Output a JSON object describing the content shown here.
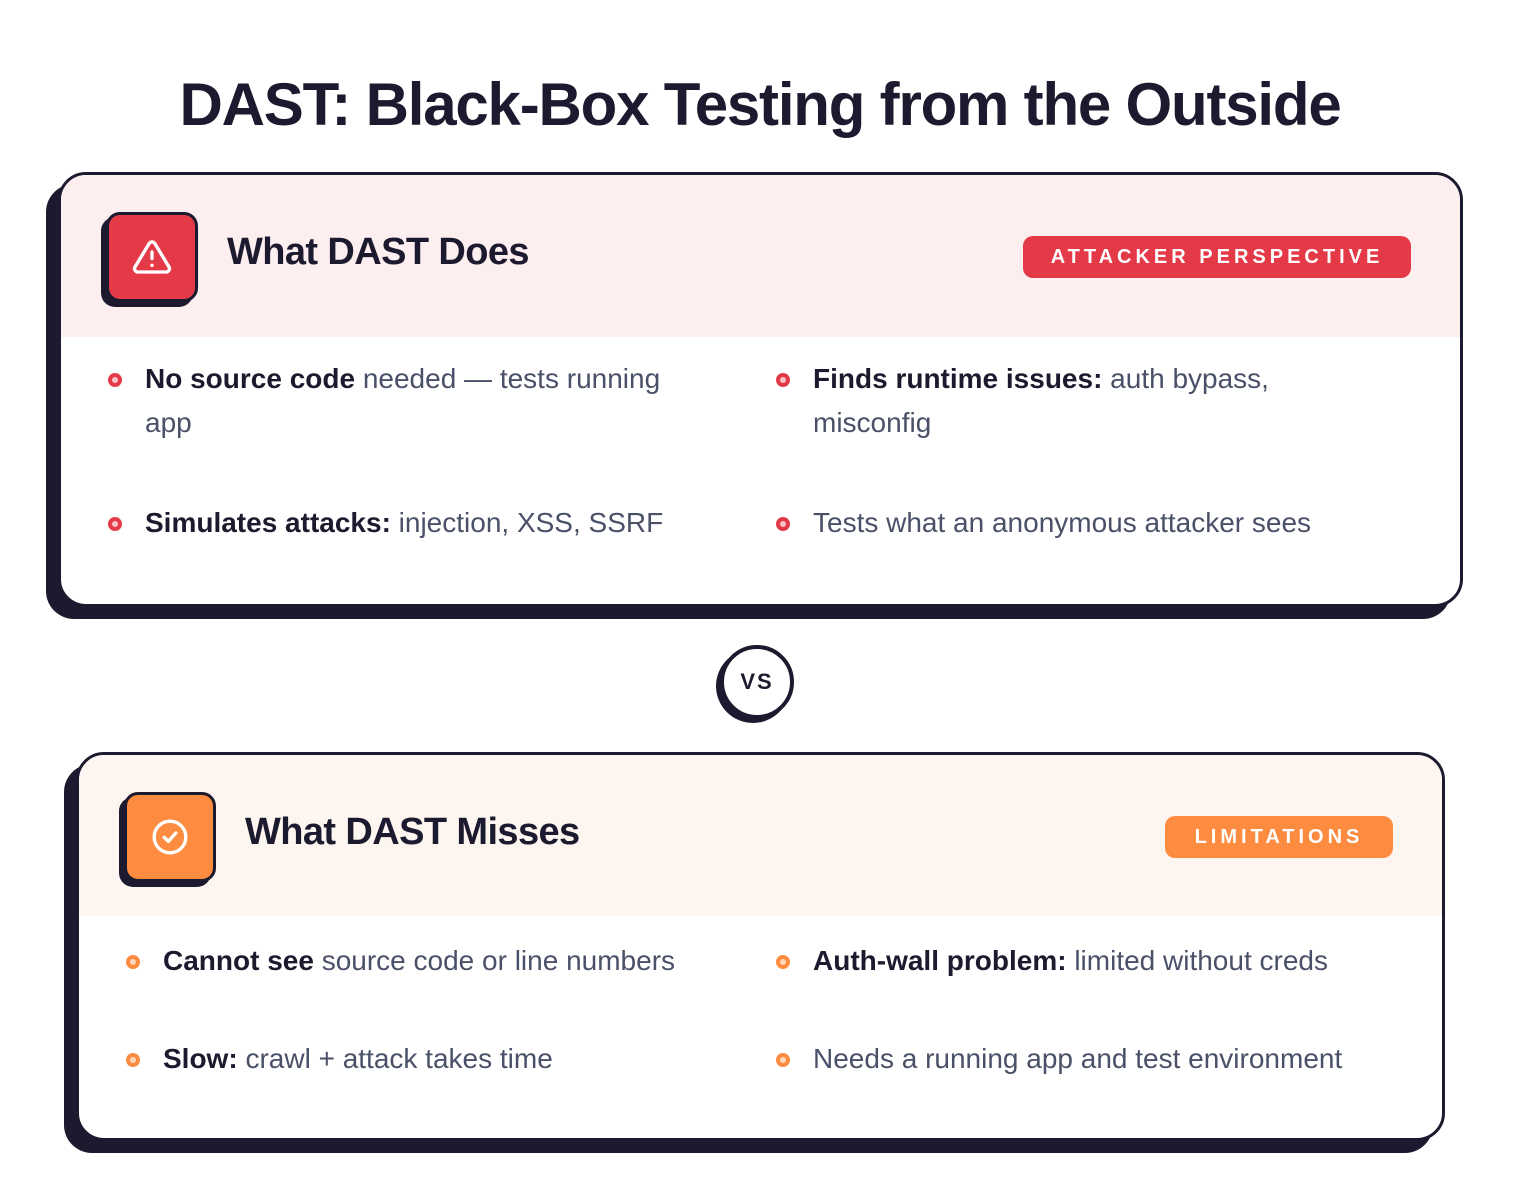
{
  "title": "DAST: Black-Box Testing from the Outside",
  "cards": {
    "does": {
      "icon": "warning-triangle-icon",
      "title": "What DAST Does",
      "badge": "ATTACKER PERSPECTIVE",
      "accent": "#e43a48",
      "header_bg": "#fdeeef",
      "items": [
        {
          "strong": "No source code",
          "text": " needed — tests running app"
        },
        {
          "strong": "Finds runtime issues:",
          "text": " auth bypass, misconfig"
        },
        {
          "strong": "Simulates attacks:",
          "text": " injection, XSS, SSRF"
        },
        {
          "strong": "",
          "text": "Tests what an anonymous attacker sees"
        }
      ]
    },
    "misses": {
      "icon": "check-circle-icon",
      "title": "What DAST Misses",
      "badge": "LIMITATIONS",
      "accent": "#fd8c40",
      "header_bg": "#fdf5f0",
      "items": [
        {
          "strong": "Cannot see",
          "text": " source code or line numbers"
        },
        {
          "strong": "Auth-wall problem:",
          "text": " limited without creds"
        },
        {
          "strong": "Slow:",
          "text": " crawl + attack takes time"
        },
        {
          "strong": "",
          "text": "Needs a running app and test environment"
        }
      ]
    }
  },
  "divider": {
    "label": "VS"
  },
  "colors": {
    "ink": "#1c1a2e",
    "body_text": "#4a5068",
    "red": "#e43a48",
    "orange": "#fd8c40"
  }
}
